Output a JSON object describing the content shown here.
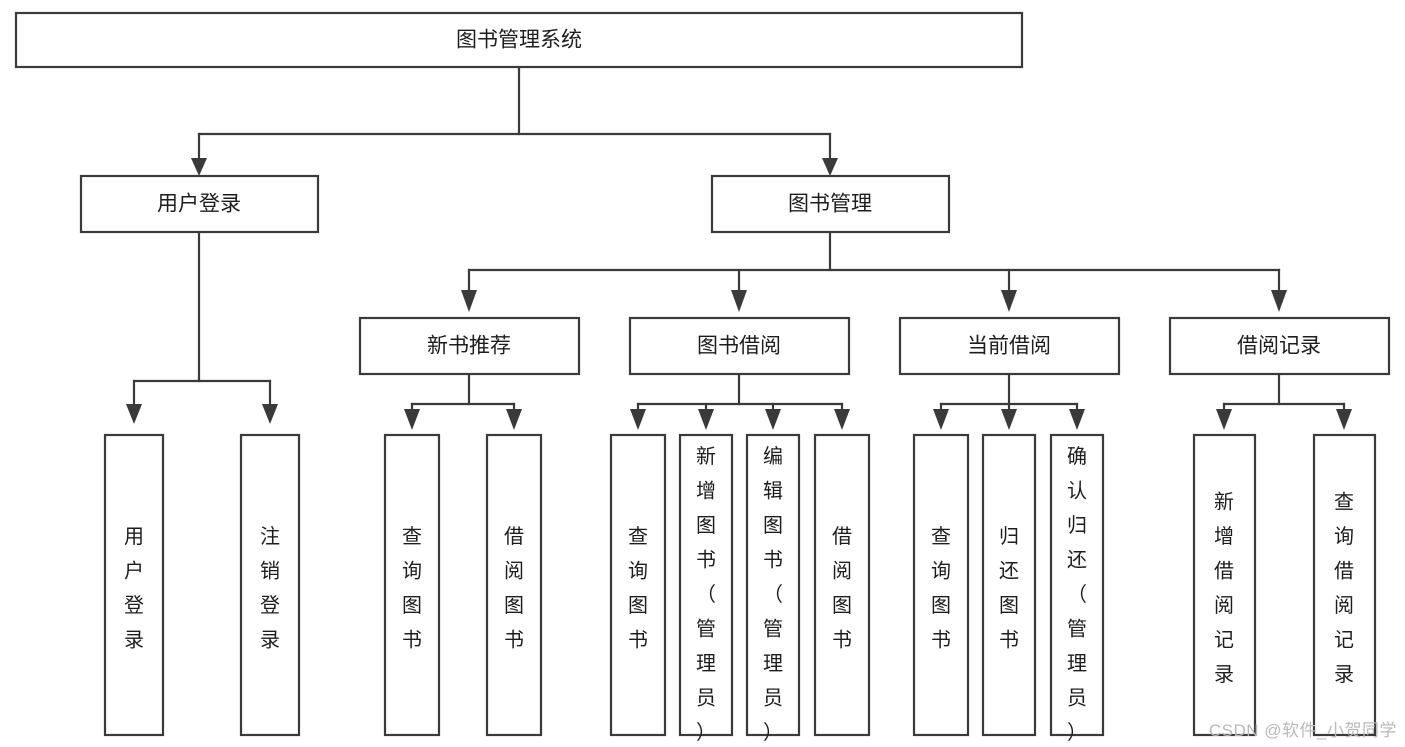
{
  "diagram": {
    "title": "图书管理系统",
    "type": "tree",
    "watermark": "CSDN @软件_小贺同学",
    "colors": {
      "box_stroke": "#3a3a3a",
      "box_fill": "#ffffff",
      "text": "#1d1d1d",
      "connector": "#3a3a3a",
      "watermark": "#b9b9b9",
      "background": "#ffffff"
    },
    "levels": {
      "root": "图书管理系统",
      "level2": [
        "用户登录",
        "图书管理"
      ],
      "level3": [
        "新书推荐",
        "图书借阅",
        "当前借阅",
        "借阅记录"
      ]
    },
    "nodes": {
      "root": {
        "label": "图书管理系统",
        "orientation": "horizontal"
      },
      "user_login": {
        "label": "用户登录",
        "orientation": "horizontal"
      },
      "book_mgmt": {
        "label": "图书管理",
        "orientation": "horizontal"
      },
      "new_book_rec": {
        "label": "新书推荐",
        "orientation": "horizontal"
      },
      "book_borrow": {
        "label": "图书借阅",
        "orientation": "horizontal"
      },
      "current_borrow": {
        "label": "当前借阅",
        "orientation": "horizontal"
      },
      "borrow_record": {
        "label": "借阅记录",
        "orientation": "horizontal"
      },
      "leaf_user_login": {
        "label": "用户登录",
        "orientation": "vertical"
      },
      "leaf_logout": {
        "label": "注销登录",
        "orientation": "vertical"
      },
      "leaf_query_book_a": {
        "label": "查询图书",
        "orientation": "vertical"
      },
      "leaf_borrow_book_a": {
        "label": "借阅图书",
        "orientation": "vertical"
      },
      "leaf_query_book_b": {
        "label": "查询图书",
        "orientation": "vertical"
      },
      "leaf_add_book": {
        "label": "新增图书（管理员）",
        "orientation": "vertical"
      },
      "leaf_edit_book": {
        "label": "编辑图书（管理员）",
        "orientation": "vertical"
      },
      "leaf_borrow_book_b": {
        "label": "借阅图书",
        "orientation": "vertical"
      },
      "leaf_query_book_c": {
        "label": "查询图书",
        "orientation": "vertical"
      },
      "leaf_return_book": {
        "label": "归还图书",
        "orientation": "vertical"
      },
      "leaf_confirm_return": {
        "label": "确认归还（管理员）",
        "orientation": "vertical"
      },
      "leaf_add_record": {
        "label": "新增借阅记录",
        "orientation": "vertical"
      },
      "leaf_query_record": {
        "label": "查询借阅记录",
        "orientation": "vertical"
      }
    },
    "edges": [
      {
        "from": "root",
        "to": "user_login"
      },
      {
        "from": "root",
        "to": "book_mgmt"
      },
      {
        "from": "user_login",
        "to": "leaf_user_login"
      },
      {
        "from": "user_login",
        "to": "leaf_logout"
      },
      {
        "from": "book_mgmt",
        "to": "new_book_rec"
      },
      {
        "from": "book_mgmt",
        "to": "book_borrow"
      },
      {
        "from": "book_mgmt",
        "to": "current_borrow"
      },
      {
        "from": "book_mgmt",
        "to": "borrow_record"
      },
      {
        "from": "new_book_rec",
        "to": "leaf_query_book_a"
      },
      {
        "from": "new_book_rec",
        "to": "leaf_borrow_book_a"
      },
      {
        "from": "book_borrow",
        "to": "leaf_query_book_b"
      },
      {
        "from": "book_borrow",
        "to": "leaf_add_book"
      },
      {
        "from": "book_borrow",
        "to": "leaf_edit_book"
      },
      {
        "from": "book_borrow",
        "to": "leaf_borrow_book_b"
      },
      {
        "from": "current_borrow",
        "to": "leaf_query_book_c"
      },
      {
        "from": "current_borrow",
        "to": "leaf_return_book"
      },
      {
        "from": "current_borrow",
        "to": "leaf_confirm_return"
      },
      {
        "from": "borrow_record",
        "to": "leaf_add_record"
      },
      {
        "from": "borrow_record",
        "to": "leaf_query_record"
      }
    ]
  }
}
